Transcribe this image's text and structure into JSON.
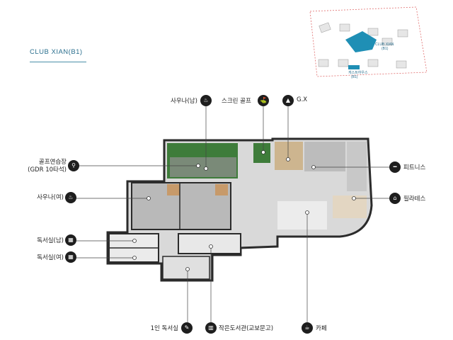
{
  "title": "CLUB XIAN(B1)",
  "keymap": {
    "club_label": "CLUB XIAN",
    "club_sub": "(B1)",
    "guest_label": "게스트하우스",
    "guest_sub": "(B1)"
  },
  "labels": {
    "sauna_men": "사우나(남)",
    "screen_golf": "스크린 골프",
    "gx": "G.X",
    "golf_range_1": "골프연습장",
    "golf_range_2": "(GDR 10타석)",
    "fitness": "피트니스",
    "sauna_women": "사우나(여)",
    "pilates": "필라테스",
    "study_men": "독서실(남)",
    "study_women": "독서실(여)",
    "single_study": "1인 독서실",
    "small_library": "작은도서관(교보문고)",
    "cafe": "카페"
  },
  "icons": {
    "sauna_men": "person-icon",
    "screen_golf": "golfer-icon",
    "gx": "shoe-icon",
    "golf_range": "golf-swing-icon",
    "fitness": "dumbbell-icon",
    "sauna_women": "person-icon",
    "pilates": "pilates-icon",
    "study_men": "desk-icon",
    "study_women": "desk-icon",
    "single_study": "reader-icon",
    "small_library": "books-icon",
    "cafe": "cup-icon"
  },
  "colors": {
    "accent": "#2a6f8e",
    "highlight": "#1f8fb5",
    "wall": "#2b2b2b",
    "floor": "#d8d8d8",
    "turf": "#3e7c3a",
    "wood": "#cdb58f"
  }
}
